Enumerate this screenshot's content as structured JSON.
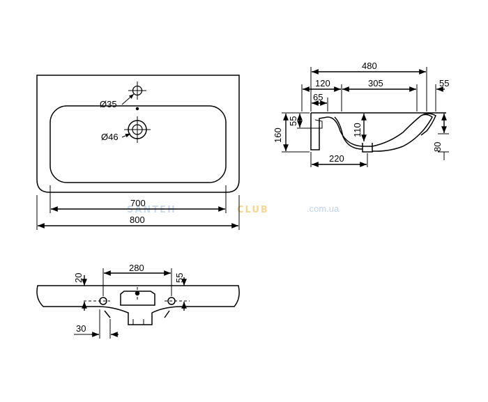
{
  "top_view": {
    "dim_width_inner": "700",
    "dim_width_outer": "800",
    "label_tap_hole": "Ø35",
    "label_drain_hole": "Ø46"
  },
  "side_view": {
    "dim_depth_overall": "480",
    "dim_rear_offset": "120",
    "dim_bowl_length": "305",
    "dim_front_lip": "55",
    "dim_back_flange": "65",
    "dim_height_overall": "160",
    "dim_back_height": "55",
    "dim_drain_height": "110",
    "dim_front_height": "80",
    "dim_drain_distance": "220"
  },
  "rear_view": {
    "dim_mount_spacing": "280",
    "dim_mount_height_left": "20",
    "dim_mount_height_right": "55",
    "dim_edge_offset": "30"
  },
  "watermark": {
    "brand_part1": "SANTEH",
    "brand_part2": "CLUB",
    "domain": ".com.ua",
    "color_part1": "#b9cfe6",
    "color_part2": "#f6c774"
  }
}
